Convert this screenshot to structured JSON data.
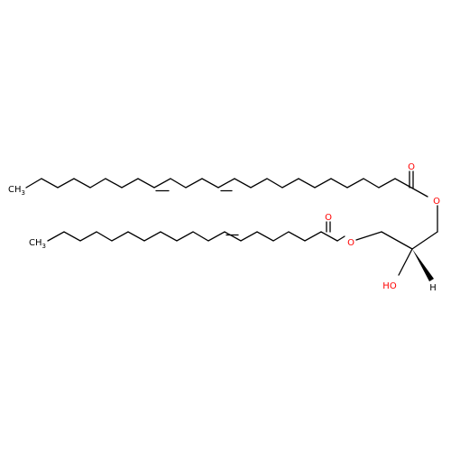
{
  "structure": {
    "colors": {
      "bond": "#000000",
      "oxygen": "#ff0000"
    },
    "labels": {
      "ch3_top": "CH",
      "ch3_top_sub": "3",
      "ch3_bottom": "CH",
      "ch3_bottom_sub": "3",
      "o_carbonyl_1": "O",
      "o_ester_1": "O",
      "o_carbonyl_2": "O",
      "o_ester_2": "O",
      "hydroxyl": "HO",
      "hydrogen": "H"
    }
  }
}
